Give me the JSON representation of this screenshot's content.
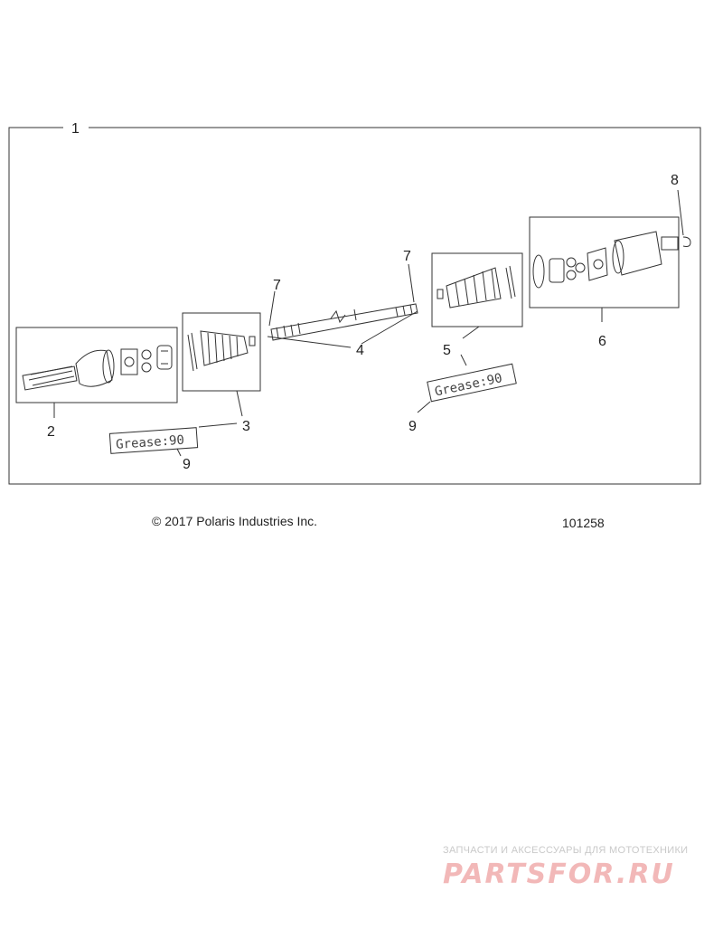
{
  "callouts": {
    "c1": "1",
    "c2": "2",
    "c3": "3",
    "c4": "4",
    "c5": "5",
    "c6": "6",
    "c7a": "7",
    "c7b": "7",
    "c8": "8",
    "c9a": "9",
    "c9b": "9"
  },
  "grease_label_left": "Grease:90",
  "grease_label_right": "Grease:90",
  "footer": {
    "copyright": "© 2017 Polaris Industries Inc.",
    "figure_number": "101258"
  },
  "watermark": {
    "tagline": "ЗАПЧАСТИ И АКСЕССУАРЫ ДЛЯ МОТОТЕХНИКИ",
    "logo_text": "PARTSFOR.RU"
  },
  "colors": {
    "line": "#333333",
    "watermark_tag": "#c9c9c9",
    "watermark_logo": "#f2b8b8"
  }
}
